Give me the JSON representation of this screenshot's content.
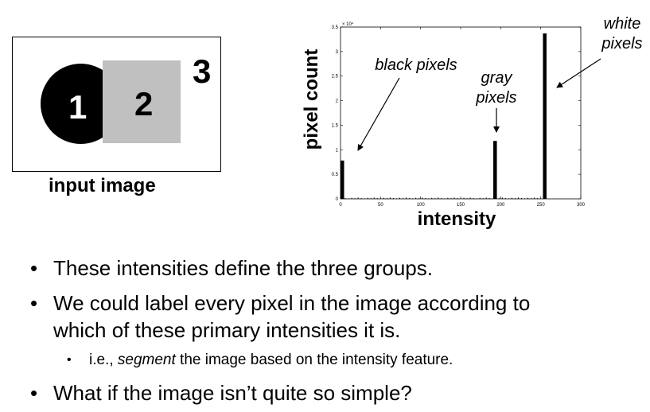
{
  "input_image": {
    "label": "input image",
    "regions": [
      "1",
      "2",
      "3"
    ],
    "colors": {
      "circle": "#000000",
      "square": "#c0c0c0",
      "background": "#ffffff"
    }
  },
  "chart_data": {
    "type": "bar",
    "xlabel": "intensity",
    "ylabel": "pixel count",
    "y_multiplier": "× 10⁴",
    "xlim": [
      0,
      300
    ],
    "ylim": [
      0,
      3.5
    ],
    "x_ticks": [
      0,
      50,
      100,
      150,
      200,
      250,
      300
    ],
    "y_ticks": [
      0,
      0.5,
      1,
      1.5,
      2,
      2.5,
      3,
      3.5
    ],
    "x": [
      0,
      193,
      255
    ],
    "values": [
      0.78,
      1.18,
      3.37
    ],
    "annotations": [
      {
        "text_lines": [
          "black pixels"
        ],
        "x": 0
      },
      {
        "text_lines": [
          "gray",
          "pixels"
        ],
        "x": 193
      },
      {
        "text_lines": [
          "white",
          "pixels"
        ],
        "x": 255
      }
    ]
  },
  "bullets": {
    "b1": "These intensities define the three groups.",
    "b2_line1": "We could label every pixel in the image according to",
    "b2_line2": "which of these primary intensities it is.",
    "sub1_prefix": "i.e., ",
    "sub1_emph": "segment",
    "sub1_rest": " the image based on the intensity feature.",
    "b3": "What if the image isn’t quite so simple?",
    "marker": "•"
  }
}
